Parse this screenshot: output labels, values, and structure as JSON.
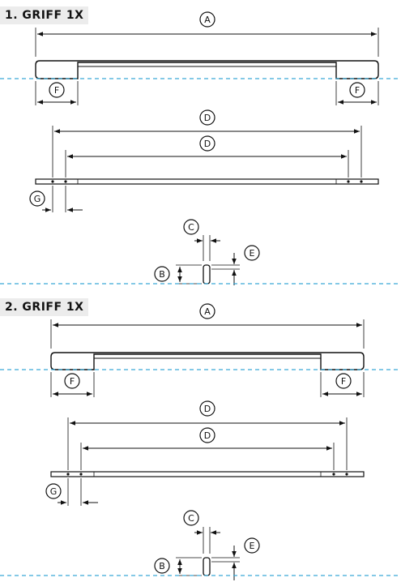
{
  "sections": [
    {
      "title": "1. GRIFF 1X"
    },
    {
      "title": "2. GRIFF 1X"
    }
  ],
  "labels": {
    "a": "A",
    "b": "B",
    "c": "C",
    "d": "D",
    "e": "E",
    "f": "F",
    "g": "G"
  },
  "colors": {
    "line": "#111111",
    "cut_line": "#3aa9d6",
    "title_bg": "#ececec"
  }
}
